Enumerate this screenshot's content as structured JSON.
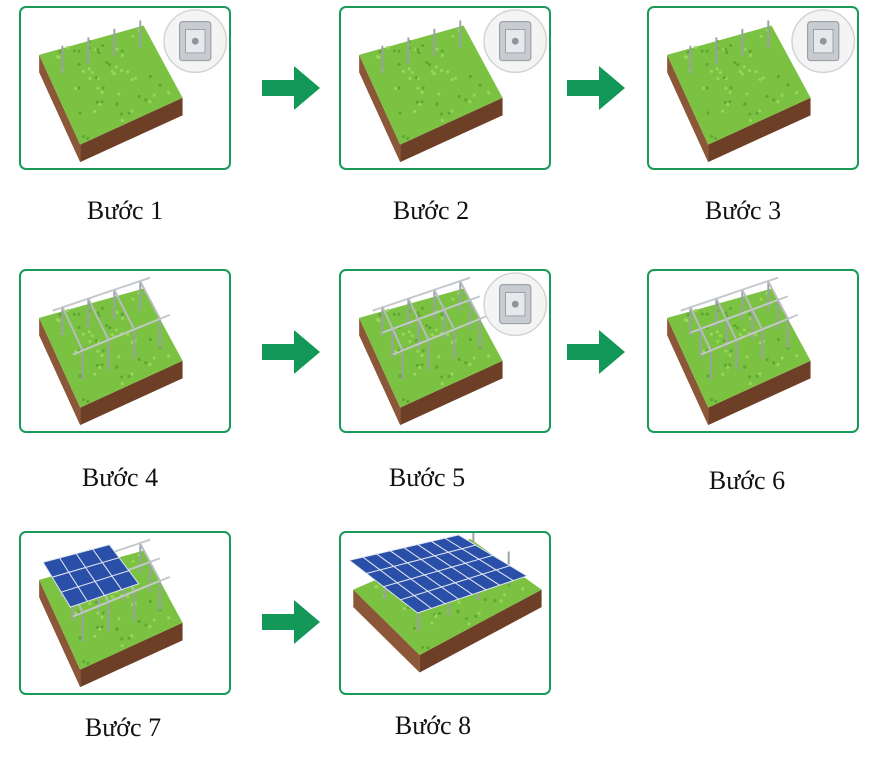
{
  "accent_color": "#1a9a58",
  "arrow_color": "#13985a",
  "steps": [
    {
      "label": "Bước 1",
      "stage": "posts",
      "inset": "c-channel-bracket"
    },
    {
      "label": "Bước 2",
      "stage": "posts",
      "inset": "rail-clamp-fitting"
    },
    {
      "label": "Bước 3",
      "stage": "posts",
      "inset": "cross-clamp-fitting"
    },
    {
      "label": "Bước 4",
      "stage": "frames",
      "inset": ""
    },
    {
      "label": "Bước 5",
      "stage": "frames-rails",
      "inset": "mid-clamp"
    },
    {
      "label": "Bước 6",
      "stage": "full-rails",
      "inset": ""
    },
    {
      "label": "Bước 7",
      "stage": "partial-panels",
      "inset": ""
    },
    {
      "label": "Bước 8",
      "stage": "complete-array",
      "inset": ""
    }
  ]
}
